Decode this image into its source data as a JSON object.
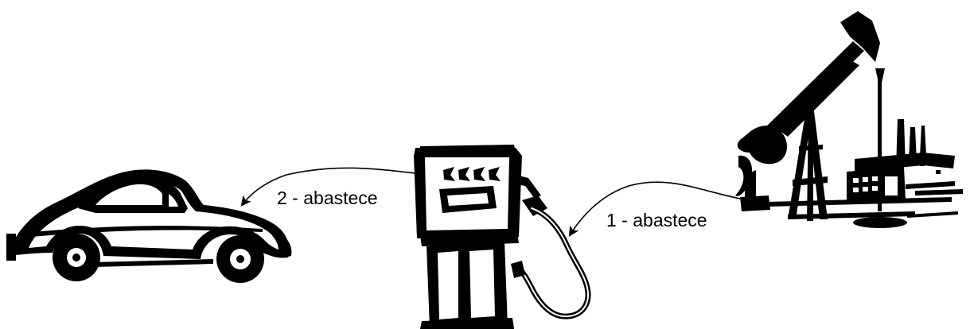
{
  "diagram": {
    "label_1": "1 - abastece",
    "label_2": "2 - abastece",
    "colors": {
      "ink": "#000000",
      "paper": "#ffffff"
    },
    "nodes": [
      {
        "name": "car",
        "icon": "car-icon"
      },
      {
        "name": "fuel-pump",
        "icon": "fuel-pump-icon"
      },
      {
        "name": "oil-refinery",
        "icon": "oil-pumpjack-refinery-icon"
      }
    ]
  }
}
